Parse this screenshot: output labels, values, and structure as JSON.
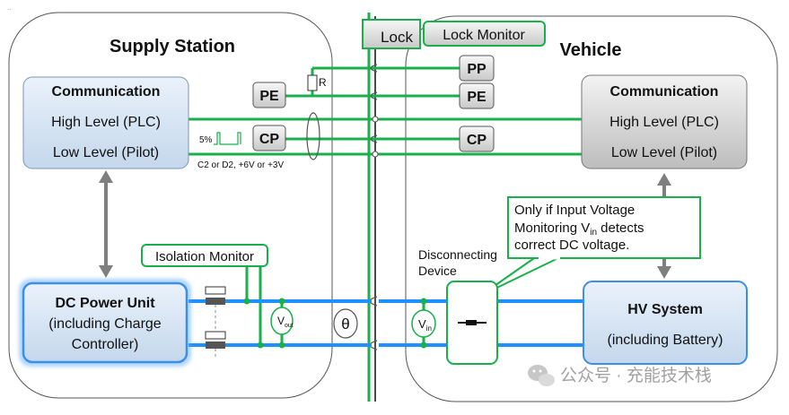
{
  "supply_station": {
    "title": "Supply Station",
    "communication": {
      "title": "Communication",
      "high_level": "High Level (PLC)",
      "low_level": "Low Level (Pilot)"
    },
    "pe_label": "PE",
    "cp_label": "CP",
    "resistor_label": "R",
    "pwm_label": "5%",
    "cp_note": "C2 or D2, +6V or +3V",
    "isolation_monitor": "Isolation Monitor",
    "dc_power_unit": {
      "line1": "DC Power Unit",
      "line2": "(including Charge",
      "line3": "Controller)"
    },
    "vout_symbol": "V",
    "vout_sub": "out",
    "theta_symbol": "θ"
  },
  "coupler": {
    "lock_label": "Lock",
    "lock_monitor": "Lock Monitor"
  },
  "vehicle": {
    "title": "Vehicle",
    "pp_label": "PP",
    "pe_label": "PE",
    "cp_label": "CP",
    "communication": {
      "title": "Communication",
      "high_level": "High Level (PLC)",
      "low_level": "Low Level (Pilot)"
    },
    "callout": {
      "line1": "Only if Input Voltage",
      "line2_pre": "Monitoring V",
      "line2_sub": "in",
      "line2_post": " detects",
      "line3": "correct DC voltage."
    },
    "disconnecting_device": {
      "line1": "Disconnecting",
      "line2": "Device"
    },
    "vin_symbol": "V",
    "vin_sub": "in",
    "hv_system": {
      "line1": "HV System",
      "line2": "(including Battery)"
    }
  },
  "watermark": "公众号 · 充能技术栈",
  "colors": {
    "signal_line": "#19b04b",
    "power_line": "#1e90ff",
    "station_box": "#d6e4f2",
    "dc_box_border": "#3d8fe6",
    "vehicle_box": "#cfcfcf"
  }
}
